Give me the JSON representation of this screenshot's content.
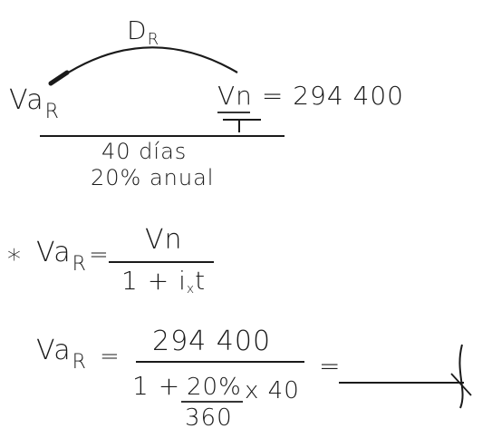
{
  "timeline": {
    "arc_label_main": "D",
    "arc_label_sub": "R",
    "left_label_main": "Va",
    "left_label_sub": "R",
    "right_label": "Vn",
    "right_equals": "=",
    "right_value": "294 400",
    "days_label": "40 días",
    "rate_label": "20% anual"
  },
  "formula": {
    "bullet": "*",
    "lhs_main": "Va",
    "lhs_sub": "R",
    "equals": "=",
    "numerator": "Vn",
    "denominator": "1 + i",
    "denominator_times": "x",
    "denominator_t": "t"
  },
  "calculation": {
    "lhs_main": "Va",
    "lhs_sub": "R",
    "equals": "=",
    "numerator": "294 400",
    "denominator_prefix": "1 +",
    "fraction_numerator": "20%",
    "fraction_denominator": "360",
    "times_days": "x 40",
    "result_equals": "="
  }
}
